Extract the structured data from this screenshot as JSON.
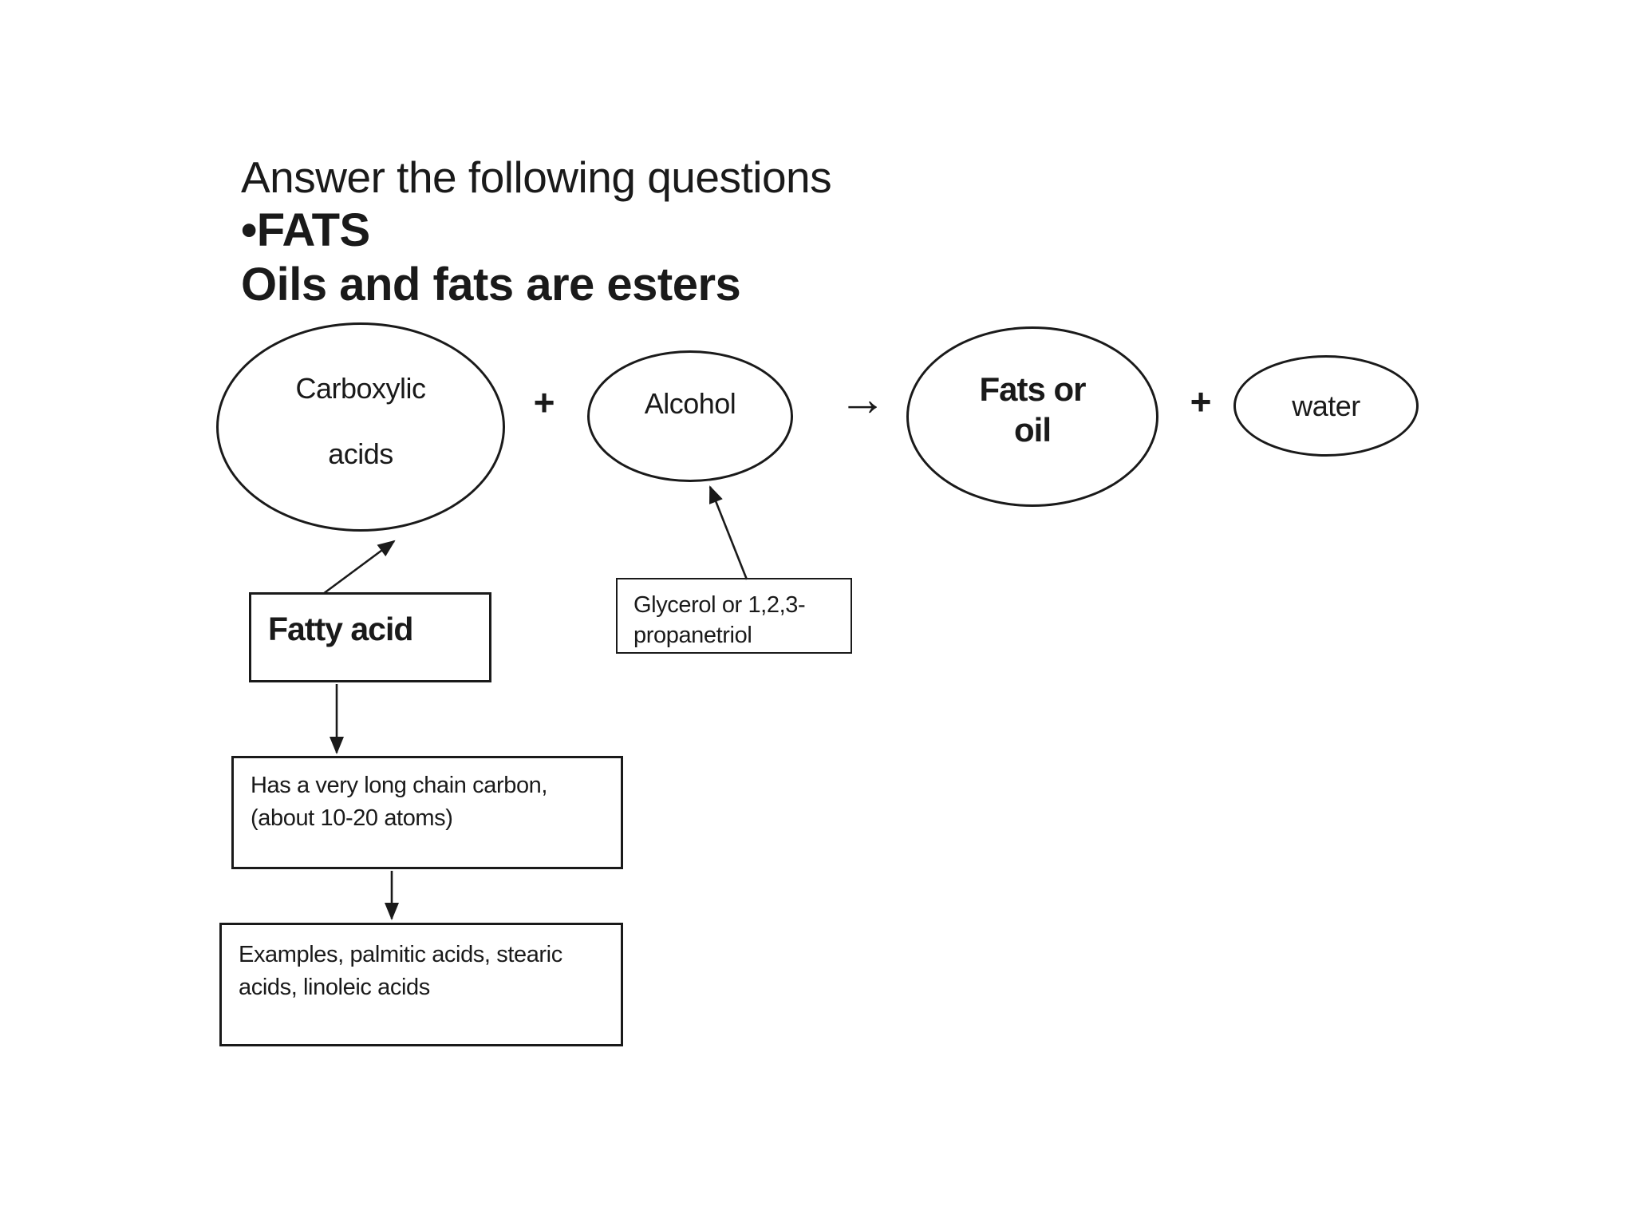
{
  "canvas": {
    "background": "#ffffff",
    "ink": "#1a1a1a"
  },
  "title": {
    "line1": "Answer the following questions",
    "line2": "•FATS",
    "line3": "Oils and fats are esters"
  },
  "equation": {
    "carboxylic": {
      "line1": "Carboxylic",
      "line2": "acids"
    },
    "plus1": "+",
    "alcohol": "Alcohol",
    "yields_arrow": "→",
    "fats_or_oil": {
      "line1": "Fats or",
      "line2": "oil"
    },
    "plus2": "+",
    "water": "water"
  },
  "annotations": {
    "fatty_acid": "Fatty acid",
    "glycerol": {
      "line1": "Glycerol or 1,2,3-",
      "line2": "propanetriol"
    },
    "long_chain": {
      "line1": "Has a very long chain carbon,",
      "line2": "(about 10-20 atoms)"
    },
    "examples": {
      "line1": "Examples, palmitic acids, stearic",
      "line2": "acids, linoleic acids"
    }
  }
}
